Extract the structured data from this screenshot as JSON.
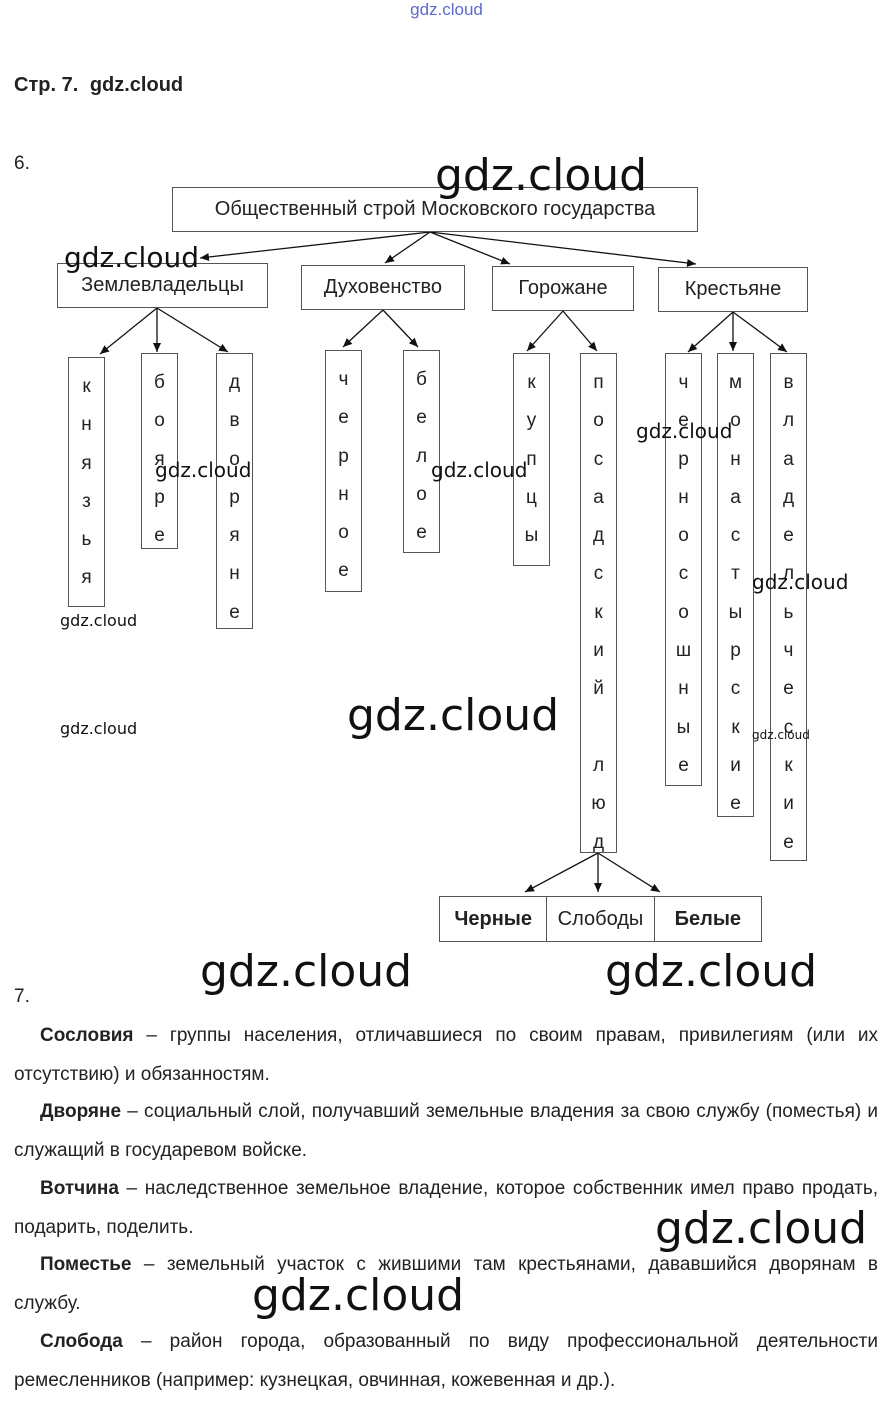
{
  "watermark": "gdz.cloud",
  "page_ref": "Стр. 7.",
  "task6": {
    "number": "6.",
    "root": "Общественный строй Московского государства",
    "groups": [
      {
        "label": "Землевладельцы",
        "children": [
          "князья",
          "бояре",
          "дворяне"
        ]
      },
      {
        "label": "Духовенство",
        "children": [
          "черное",
          "белое"
        ]
      },
      {
        "label": "Горожане",
        "children": [
          "купцы",
          "посадский люд"
        ]
      },
      {
        "label": "Крестьяне",
        "children": [
          "черносошные",
          "монастырские",
          "владельческие"
        ]
      }
    ],
    "posad_children": [
      "Черные",
      "Слободы",
      "Белые"
    ]
  },
  "task7": {
    "number": "7.",
    "definitions": [
      {
        "term": "Сословия",
        "text": " – группы населения, отличавшиеся по своим правам, привилегиям (или их отсутствию) и обязанностям."
      },
      {
        "term": "Дворяне",
        "text": " – социальный слой, получавший земельные владения за свою службу (поместья) и служащий в государевом войске."
      },
      {
        "term": "Вотчина",
        "text": " – наследственное земельное владение, которое собственник имел право продать, подарить, поделить."
      },
      {
        "term": "Поместье",
        "text": " – земельный участок с жившими там крестьянами, дававшийся дворянам в службу."
      },
      {
        "term": "Слобода",
        "text": " – район города, образованный по виду профессиональной деятельности ремесленников (например: кузнецкая, овчинная, кожевенная и др.)."
      }
    ]
  }
}
